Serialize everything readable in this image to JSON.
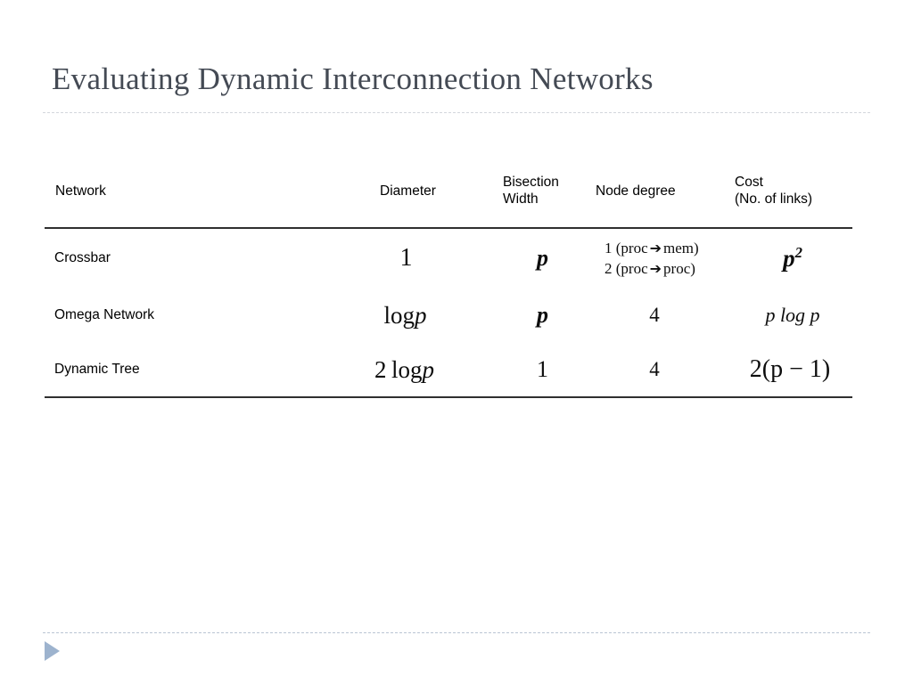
{
  "slide": {
    "title": "Evaluating Dynamic Interconnection Networks",
    "title_color": "#444a54",
    "background_color": "#ffffff",
    "divider_color": "#d3d6dc",
    "footer_divider_color": "#b9c4d4"
  },
  "table": {
    "headers": {
      "network": "Network",
      "diameter": "Diameter",
      "bisection_line1": "Bisection",
      "bisection_line2": "Width",
      "node_degree": "Node degree",
      "cost_line1": "Cost",
      "cost_line2": "(No. of links)"
    },
    "rows": [
      {
        "network": "Crossbar",
        "diameter": "1",
        "bisection_width": "p",
        "node_degree_line1_num": "1",
        "node_degree_line1_text_open": "(proc",
        "node_degree_line1_arrow": "➔",
        "node_degree_line1_text_close": "mem)",
        "node_degree_line2_num": "2",
        "node_degree_line2_text_open": "(proc",
        "node_degree_line2_arrow": "➔",
        "node_degree_line2_text_close": "proc)",
        "cost_base": "p",
        "cost_exponent": "2"
      },
      {
        "network": "Omega Network",
        "diameter_op": "log",
        "diameter_var": "p",
        "bisection_width": "p",
        "node_degree": "4",
        "cost": "p log p"
      },
      {
        "network": "Dynamic Tree",
        "diameter_coef": "2",
        "diameter_op": "log",
        "diameter_var": "p",
        "bisection_width": "1",
        "node_degree": "4",
        "cost_prefix": "2(",
        "cost_var": "p",
        "cost_suffix": " − 1)"
      }
    ]
  },
  "footer": {
    "next_arrow_icon": "triangle-right-icon",
    "next_arrow_color": "#9db3ce"
  }
}
